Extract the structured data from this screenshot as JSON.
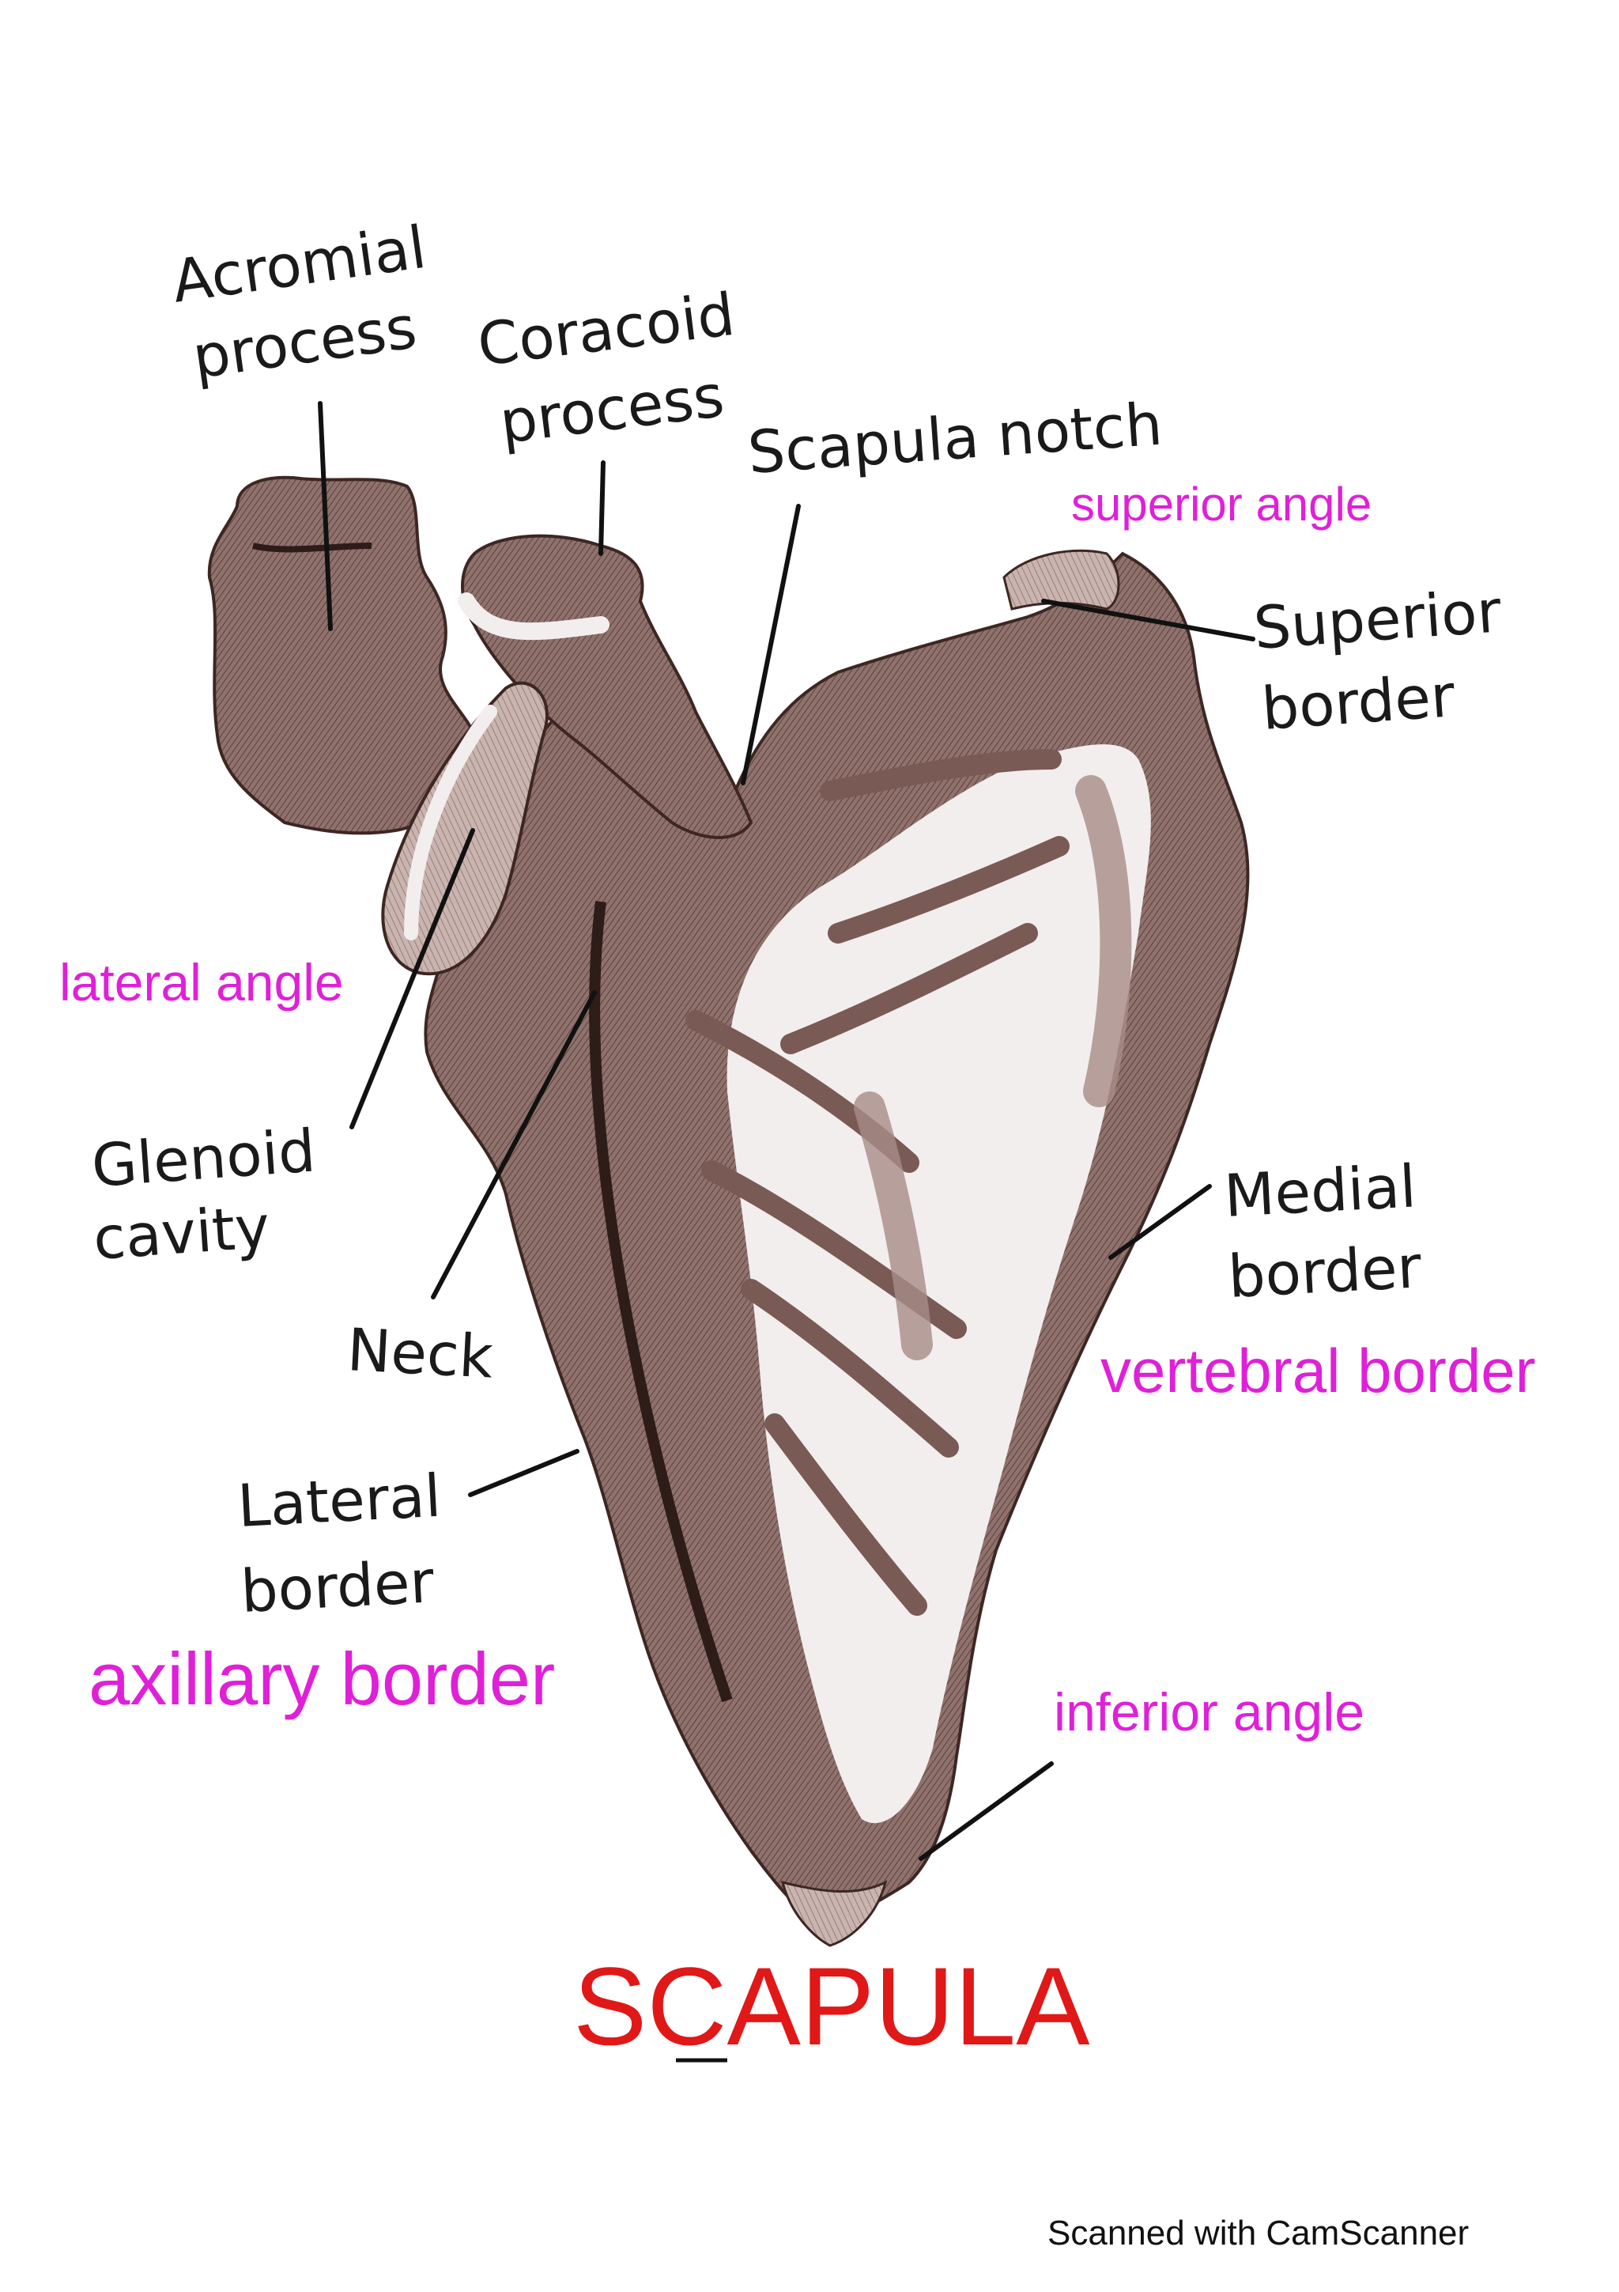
{
  "labels": {
    "acromial_line1": "Acromial",
    "acromial_line2": "process",
    "coracoid_line1": "Coracoid",
    "coracoid_line2": "process",
    "scapula_notch": "Scapula notch",
    "superior_angle": "superior angle",
    "superior_border_line1": "Superior",
    "superior_border_line2": "border",
    "lateral_angle": "lateral angle",
    "glenoid_line1": "Glenoid",
    "glenoid_line2": "cavity",
    "neck": "Neck",
    "medial_border_line1": "Medial",
    "medial_border_line2": "border",
    "vertebral_border": "vertebral border",
    "lateral_border_line1": "Lateral",
    "lateral_border_line2": "border",
    "axillary_border": "axillary border",
    "inferior_angle": "inferior angle"
  },
  "title": "SCAPULA",
  "footer": "Scanned with CamScanner",
  "colors": {
    "bone_dark": "#6b4a45",
    "bone_mid": "#9a7d78",
    "bone_light": "#f3eeee",
    "annotation_black": "#1a1a1a",
    "annotation_magenta": "#e020d8",
    "title_red": "#e01818"
  }
}
